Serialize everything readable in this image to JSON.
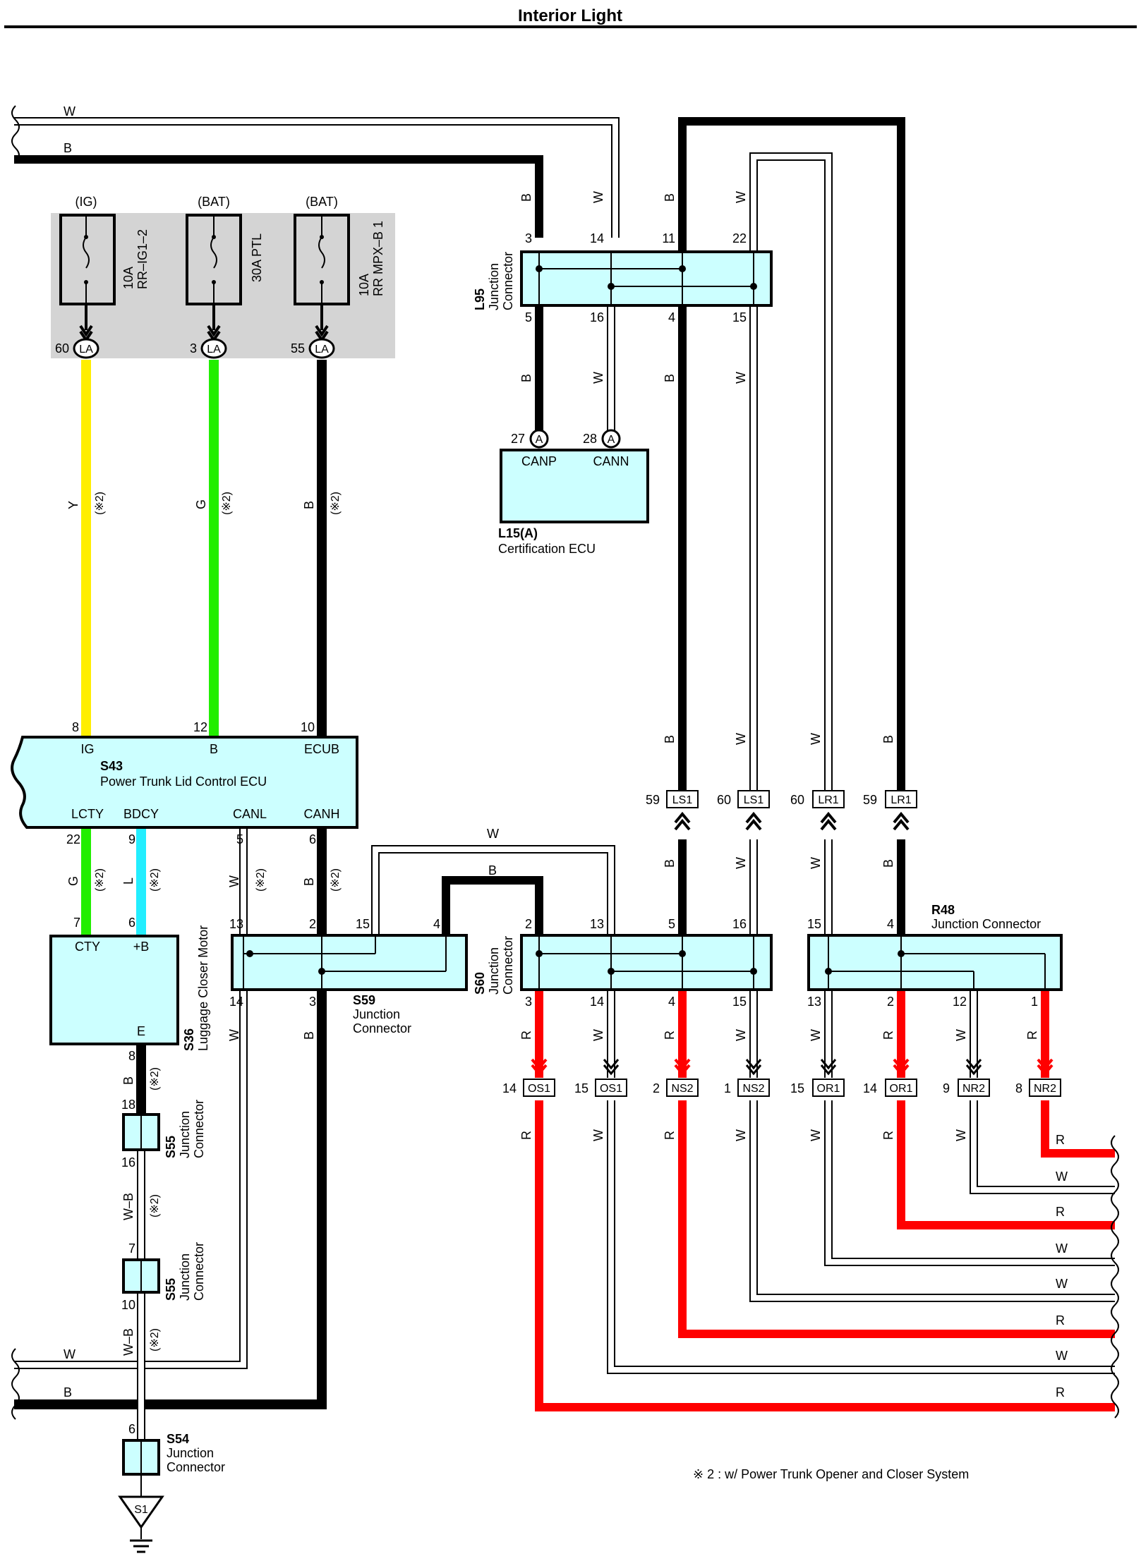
{
  "title": "Interior Light",
  "footnote": "※ 2 : w/ Power Trunk Opener and Closer System",
  "note_mark": "(※2)",
  "colors": {
    "R": "#ff0000",
    "Y": "#ffee00",
    "G": "#22ee00",
    "L": "#22eeff",
    "B": "#000000",
    "W": "#ffffff",
    "box": "#ccffff",
    "fusebox": "#d4d4d4"
  },
  "wire_codes": {
    "W": "W",
    "B": "B",
    "Y": "Y",
    "G": "G",
    "L": "L",
    "R": "R",
    "WB": "W–B"
  },
  "fuses": [
    {
      "id": "fuse-ig",
      "supply": "(IG)",
      "rating": "10A",
      "name": "RR–IG1–2",
      "pin": "60",
      "conn": "LA"
    },
    {
      "id": "fuse-ptl",
      "supply": "(BAT)",
      "rating": "30A",
      "name": "PTL",
      "pin": "3",
      "conn": "LA"
    },
    {
      "id": "fuse-mpx",
      "supply": "(BAT)",
      "rating": "10A",
      "name": "RR MPX–B 1",
      "pin": "55",
      "conn": "LA"
    }
  ],
  "components": {
    "s43": {
      "code": "S43",
      "name": "Power Trunk Lid Control ECU",
      "pins": {
        "ig": "IG",
        "b": "B",
        "ecub": "ECUB",
        "lcty": "LCTY",
        "bdcy": "BDCY",
        "canl": "CANL",
        "canh": "CANH"
      },
      "nums": {
        "ig": "8",
        "b": "12",
        "ecub": "10",
        "lcty": "22",
        "bdcy": "9",
        "canl": "5",
        "canh": "6"
      }
    },
    "s36": {
      "code": "S36",
      "name": "Luggage Closer Motor",
      "pins": {
        "cty": "CTY",
        "b": "+B",
        "e": "E"
      },
      "nums": {
        "cty": "7",
        "b": "6",
        "e": "8"
      }
    },
    "l15": {
      "code": "L15(A)",
      "name": "Certification ECU",
      "pins": {
        "canp": "CANP",
        "cann": "CANN"
      },
      "nums": {
        "canp": "27",
        "cann": "28"
      },
      "conn": "A"
    },
    "l95": {
      "code": "L95",
      "name1": "Junction",
      "name2": "Connector",
      "top": [
        "3",
        "14",
        "11",
        "22"
      ],
      "bottom": [
        "5",
        "16",
        "4",
        "15"
      ]
    },
    "s59": {
      "code": "S59",
      "name1": "Junction",
      "name2": "Connector",
      "top": [
        "13",
        "2",
        "15",
        "4"
      ],
      "bottom": [
        "14",
        "3"
      ]
    },
    "s60": {
      "code": "S60",
      "name1": "Junction",
      "name2": "Connector",
      "top": [
        "2",
        "13",
        "5",
        "16"
      ],
      "bottom": [
        "3",
        "14",
        "4",
        "15"
      ]
    },
    "r48": {
      "code": "R48",
      "name": "Junction Connector",
      "top": [
        "15",
        "4"
      ],
      "bottom": [
        "13",
        "2",
        "12",
        "1"
      ]
    },
    "s55a": {
      "code": "S55",
      "name1": "Junction",
      "name2": "Connector",
      "top": "18",
      "bottom": "16"
    },
    "s55b": {
      "code": "S55",
      "name1": "Junction",
      "name2": "Connector",
      "top": "7",
      "bottom": "10"
    },
    "s54": {
      "code": "S54",
      "name1": "Junction",
      "name2": "Connector",
      "top": "6"
    },
    "ground": {
      "label": "S1"
    }
  },
  "mid_connectors": [
    {
      "pin": "59",
      "name": "LS1"
    },
    {
      "pin": "60",
      "name": "LS1"
    },
    {
      "pin": "60",
      "name": "LR1"
    },
    {
      "pin": "59",
      "name": "LR1"
    }
  ],
  "bottom_connectors": [
    {
      "pin": "14",
      "name": "OS1"
    },
    {
      "pin": "15",
      "name": "OS1"
    },
    {
      "pin": "2",
      "name": "NS2"
    },
    {
      "pin": "1",
      "name": "NS2"
    },
    {
      "pin": "15",
      "name": "OR1"
    },
    {
      "pin": "14",
      "name": "OR1"
    },
    {
      "pin": "9",
      "name": "NR2"
    },
    {
      "pin": "8",
      "name": "NR2"
    }
  ]
}
